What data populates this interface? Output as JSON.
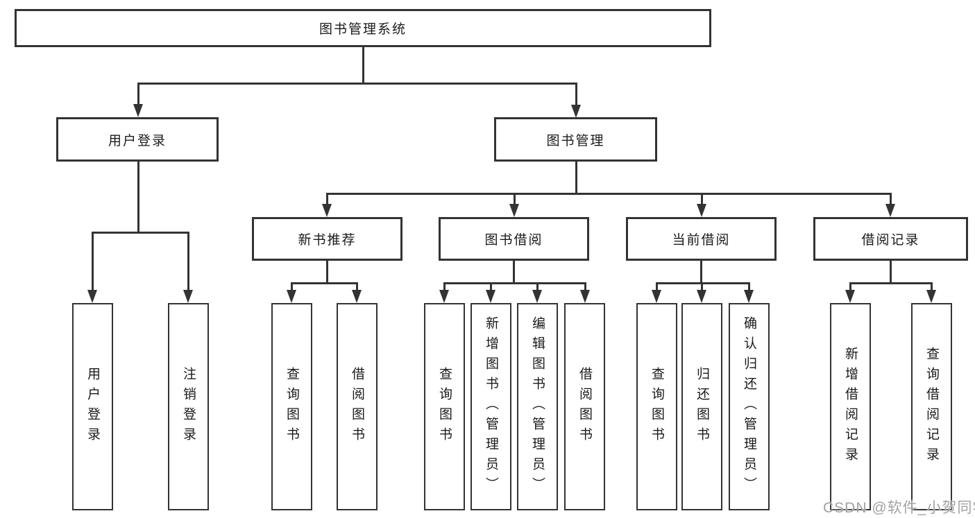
{
  "diagram": {
    "root": {
      "label": "图书管理系统",
      "children": [
        {
          "label": "用户登录",
          "children": [
            {
              "label": "用户登录"
            },
            {
              "label": "注销登录"
            }
          ]
        },
        {
          "label": "图书管理",
          "children": [
            {
              "label": "新书推荐",
              "children": [
                {
                  "label": "查询图书"
                },
                {
                  "label": "借阅图书"
                }
              ]
            },
            {
              "label": "图书借阅",
              "children": [
                {
                  "label": "查询图书"
                },
                {
                  "label": "新增图书（管理员）"
                },
                {
                  "label": "编辑图书（管理员）"
                },
                {
                  "label": "借阅图书"
                }
              ]
            },
            {
              "label": "当前借阅",
              "children": [
                {
                  "label": "查询图书"
                },
                {
                  "label": "归还图书"
                },
                {
                  "label": "确认归还（管理员）"
                }
              ]
            },
            {
              "label": "借阅记录",
              "children": [
                {
                  "label": "新增借阅记录"
                },
                {
                  "label": "查询借阅记录"
                }
              ]
            }
          ]
        }
      ]
    }
  },
  "watermark": {
    "text": "CSDN @软件_小贺同学"
  },
  "colors": {
    "line": "#333333",
    "text": "#1a1a1a",
    "background": "#ffffff",
    "watermark": "#a2a2a2"
  }
}
